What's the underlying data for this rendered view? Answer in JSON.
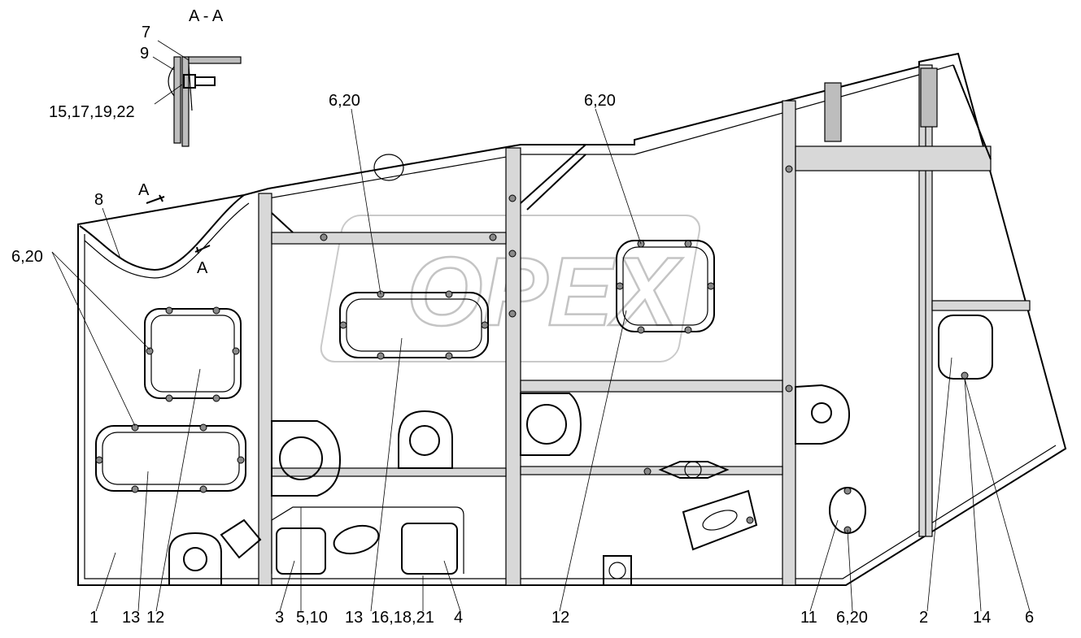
{
  "section": {
    "title": "A - A",
    "marker_left": "A",
    "marker_right": "A"
  },
  "watermark": {
    "text": "OPEX"
  },
  "callouts": [
    {
      "id": "c7",
      "text": "7"
    },
    {
      "id": "c9",
      "text": "9"
    },
    {
      "id": "c15",
      "text": "15,17,19,22"
    },
    {
      "id": "c8",
      "text": "8"
    },
    {
      "id": "c620a",
      "text": "6,20"
    },
    {
      "id": "c620b",
      "text": "6,20"
    },
    {
      "id": "c620c",
      "text": "6,20"
    },
    {
      "id": "c620d",
      "text": "6,20"
    },
    {
      "id": "c1",
      "text": "1"
    },
    {
      "id": "c13a",
      "text": "13"
    },
    {
      "id": "c12a",
      "text": "12"
    },
    {
      "id": "c3",
      "text": "3"
    },
    {
      "id": "c510",
      "text": "5,10"
    },
    {
      "id": "c13b",
      "text": "13"
    },
    {
      "id": "c161821",
      "text": "16,18,21"
    },
    {
      "id": "c4",
      "text": "4"
    },
    {
      "id": "c12b",
      "text": "12"
    },
    {
      "id": "c11",
      "text": "11"
    },
    {
      "id": "c2",
      "text": "2"
    },
    {
      "id": "c14",
      "text": "14"
    },
    {
      "id": "c6",
      "text": "6"
    }
  ]
}
